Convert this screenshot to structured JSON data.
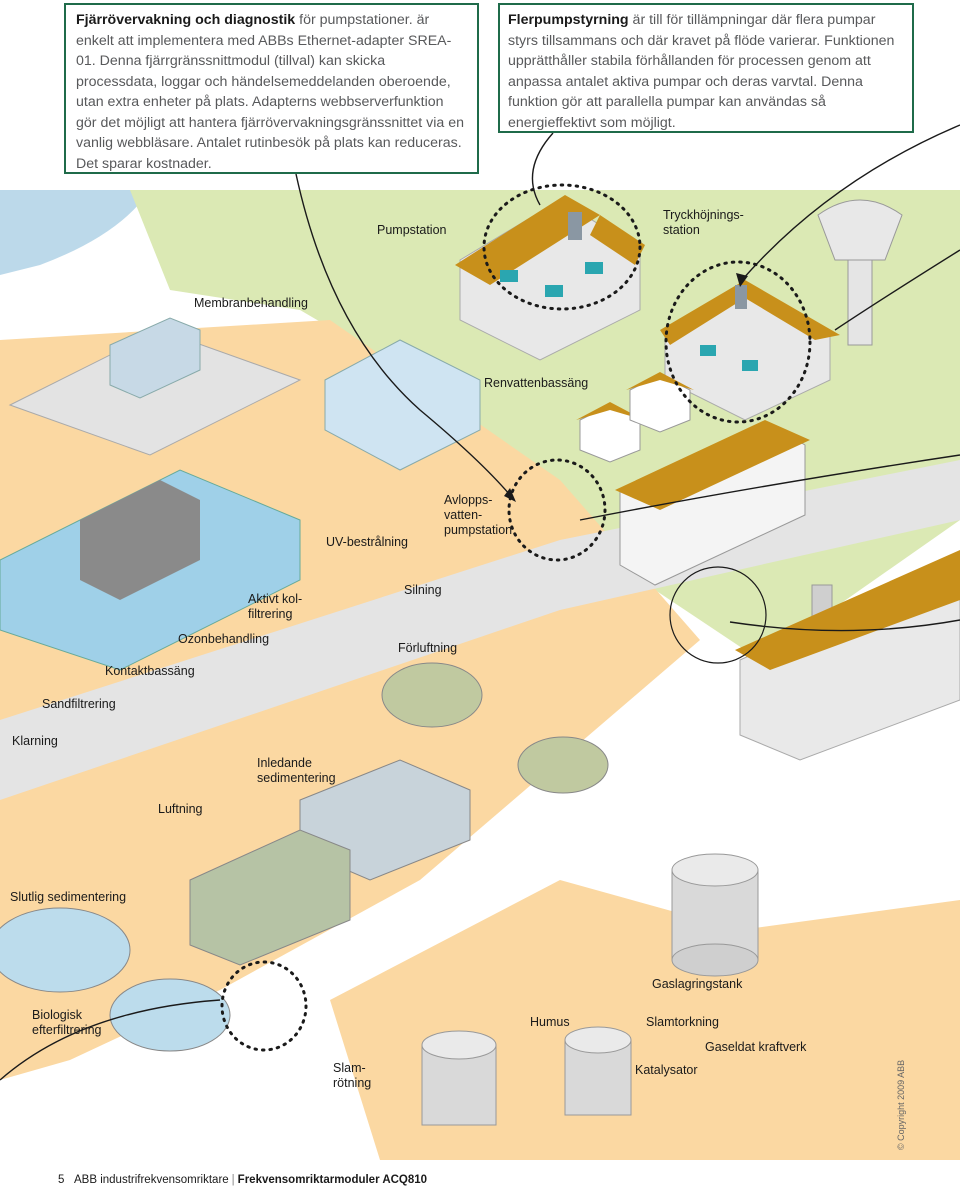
{
  "callouts": {
    "left": {
      "title": "Fjärrövervakning och diagnostik",
      "body": " för pumpstationer. är enkelt att implementera med ABBs Ethernet-adapter SREA-01. Denna fjärrgränssnittmodul (tillval) kan skicka processdata, loggar och händelsemeddelanden oberoende, utan extra enheter på plats. Adapterns webbserverfunktion gör det möjligt att hantera fjärrövervakningsgränssnittet via en vanlig webbläsare. Antalet rutinbesök på plats kan reduceras. Det sparar kostnader."
    },
    "right": {
      "title": "Flerpumpstyrning",
      "body": " är till för tillämpningar där flera pumpar styrs tillsammans och där kravet på flöde varierar. Funktionen upprätthåller stabila förhållanden för processen genom att anpassa antalet aktiva pumpar och deras varvtal. Denna funktion gör att parallella pumpar kan användas så energieffektivt som möjligt."
    }
  },
  "labels": {
    "pumpstation": "Pumpstation",
    "tryckhojningsstation": "Tryckhöjnings-\nstation",
    "membranbehandling": "Membranbehandling",
    "renvattenbassang": "Renvattenbassäng",
    "avloppsvattenpumpstation": "Avlopps-\nvatten-\npumpstation",
    "uv_bestralning": "UV-bestrålning",
    "aktivt_kolfiltrering": "Aktivt kol-\nfiltrering",
    "silning": "Silning",
    "ozonbehandling": "Ozonbehandling",
    "forluftning": "Förluftning",
    "kontaktbassang": "Kontaktbassäng",
    "sandfiltrering": "Sandfiltrering",
    "klarning": "Klarning",
    "inledande_sedimentering": "Inledande\nsedimentering",
    "luftning": "Luftning",
    "slutlig_sedimentering": "Slutlig sedimentering",
    "gaslagringstank": "Gaslagringstank",
    "biologisk_efterfiltrering": "Biologisk\nefterfiltrering",
    "humus": "Humus",
    "slamtorkning": "Slamtorkning",
    "gaseldat_kraftverk": "Gaseldat kraftverk",
    "slamrotning": "Slam-\nrötning",
    "katalysator": "Katalysator"
  },
  "footer": {
    "page": "5",
    "publication": "ABB industrifrekvensomriktare",
    "separator": "|",
    "product": "Frekvensomriktarmoduler ACQ810"
  },
  "copyright": "© Copyright 2009 ABB",
  "colors": {
    "callout_border": "#1f6b4a",
    "ground_sand": "#fbd9a4",
    "ground_grass": "#d9e8b0",
    "water": "#b8d8ec",
    "road": "#e6e6e6",
    "roof": "#c9921a",
    "pump_teal": "#2aa6b0",
    "marker": "#1a1a1a"
  }
}
